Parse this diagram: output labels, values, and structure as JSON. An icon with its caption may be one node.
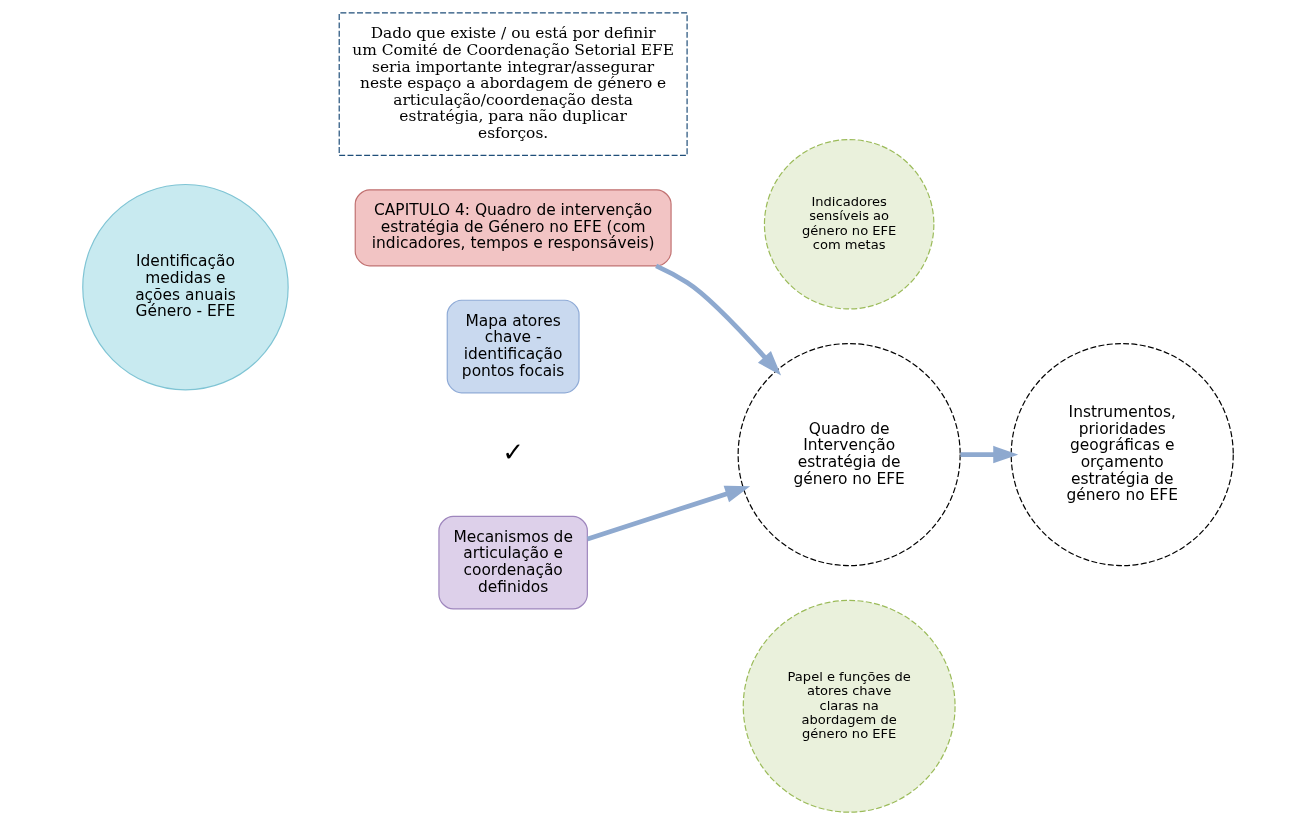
{
  "diagram": {
    "nodes": [
      {
        "text": [
          "Identificação medidas e ações anuais Género - EFE"
        ]
      },
      {
        "text": [
          "CAPITULO 4: Quadro de intervenção estratégia de Género no EFE (com indicadores, tempos e responsáveis)"
        ]
      },
      {
        "text": [
          "Indicadores sensíveis ao género no EFE com metas"
        ]
      },
      {
        "text": [
          "Quadro de Intervenção",
          "estratégia de género no EFE"
        ]
      },
      {
        "text": [
          "Mapa atores chave - identificação pontos focais"
        ]
      },
      {
        "text": [
          "Mecanismos de articulação e coordenação definidos"
        ]
      },
      {
        "text": [
          "Papel e funções de atores chave claras na abordagem de género no EFE"
        ]
      },
      {
        "text": [
          "Instrumentos, prioridades geográficas e orçamento",
          "estratégia de género no EFE"
        ]
      },
      {
        "text": [
          "Dado que existe / ou está por definir um Comité de Coordenação Setorial EFE seria importante integrar/assegurar neste espaço a abordagem de género e articulação/coordenação desta estratégia, para não duplicar esforços."
        ]
      }
    ],
    "edges": [
      {
        "from": 1,
        "to": 3,
        "arrow": "to"
      },
      {
        "from": 5,
        "to": 3,
        "arrow": "to"
      },
      {
        "from": 3,
        "to": 7,
        "arrow": "to"
      }
    ],
    "labels": [
      "✓"
    ]
  }
}
